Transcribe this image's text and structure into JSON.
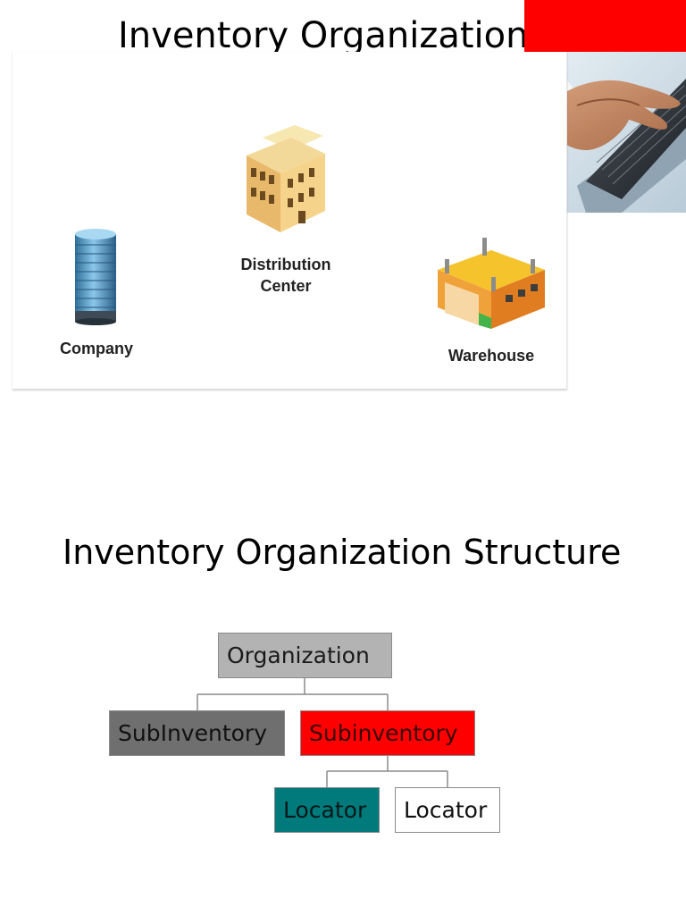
{
  "slides": [
    {
      "title": "Inventory Organization",
      "entities": {
        "company": "Company",
        "distribution_center": [
          "Distribution",
          "Center"
        ],
        "warehouse": "Warehouse"
      },
      "colors": {
        "accent": "#ff0000"
      }
    },
    {
      "title": "Inventory Organization Structure",
      "hierarchy": {
        "root": "Organization",
        "children": [
          {
            "label": "SubInventory",
            "color": "#6f6f6f"
          },
          {
            "label": "Subinventory",
            "color": "#ff0000",
            "children": [
              {
                "label": "Locator",
                "color": "#007a7a"
              },
              {
                "label": "Locator",
                "color": "#ffffff"
              }
            ]
          }
        ]
      }
    }
  ]
}
